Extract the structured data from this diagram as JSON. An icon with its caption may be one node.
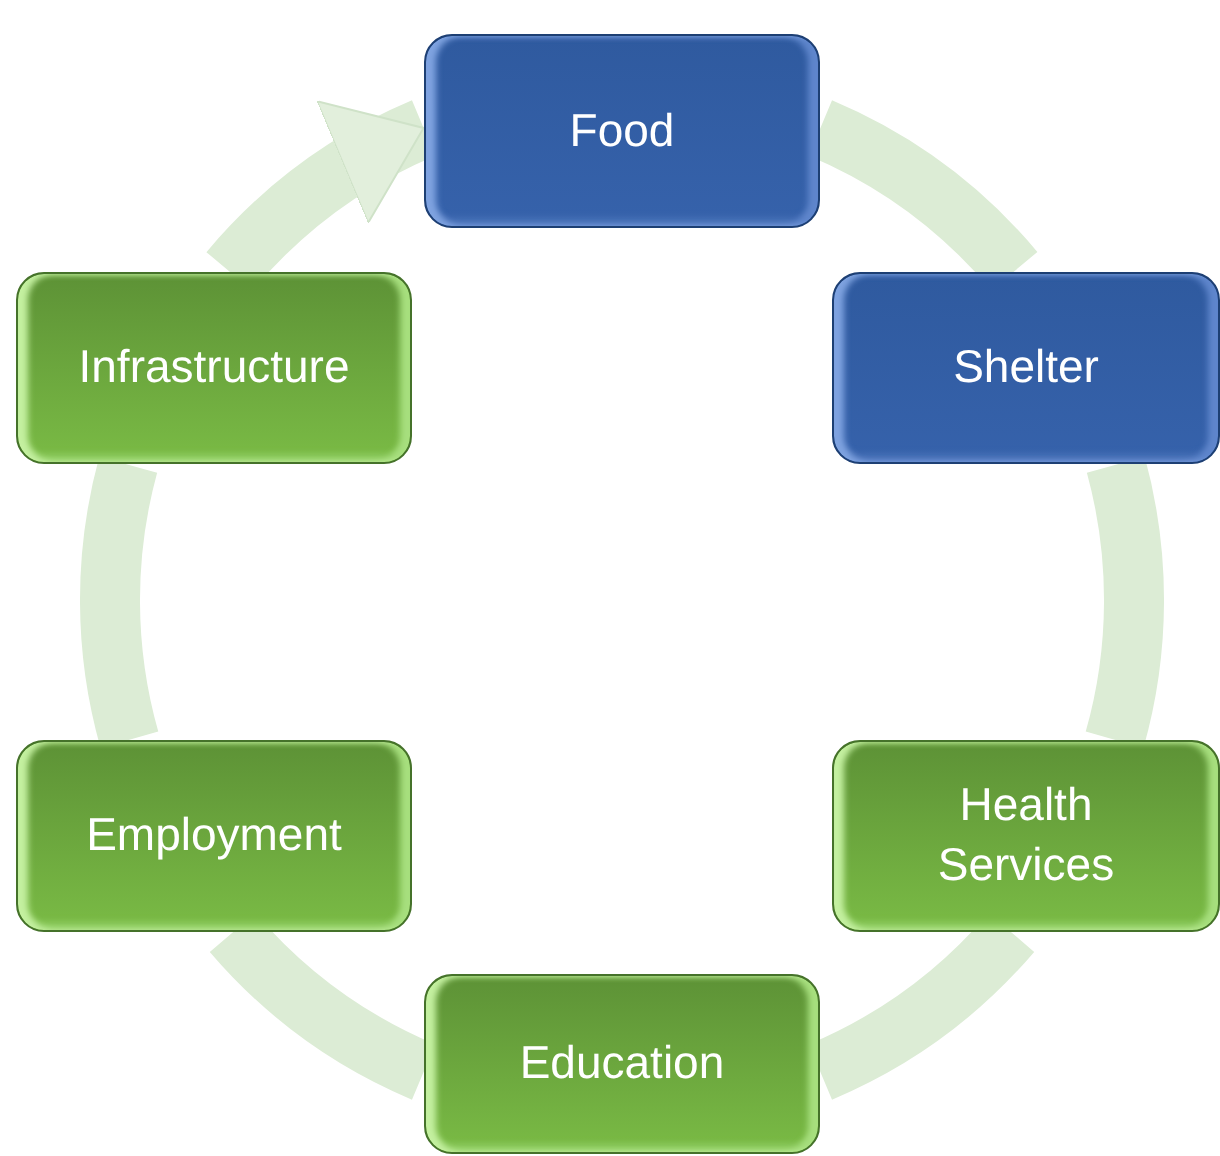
{
  "diagram": {
    "nodes": [
      {
        "text": [
          "Food"
        ]
      },
      {
        "text": [
          "Shelter"
        ]
      },
      {
        "text": [
          "Health Services"
        ]
      },
      {
        "text": [
          "Education"
        ]
      },
      {
        "text": [
          "Employment"
        ]
      },
      {
        "text": [
          "Infrastructure"
        ]
      }
    ],
    "edges": [
      {
        "from": 0,
        "to": 1,
        "arrow": "none"
      },
      {
        "from": 1,
        "to": 2,
        "arrow": "none"
      },
      {
        "from": 2,
        "to": 3,
        "arrow": "none"
      },
      {
        "from": 3,
        "to": 4,
        "arrow": "none"
      },
      {
        "from": 4,
        "to": 5,
        "arrow": "none"
      },
      {
        "from": 5,
        "to": 0,
        "arrow": "to"
      }
    ]
  }
}
